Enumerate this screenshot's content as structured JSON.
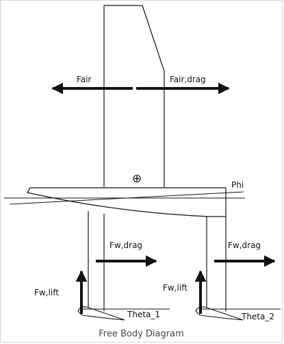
{
  "labels": {
    "fair": "Fair",
    "fair_drag": "Fair,drag",
    "phi": "Phi",
    "fw_drag_left": "Fw,drag",
    "fw_drag_right": "Fw,drag",
    "fw_lift_left": "Fw,lift",
    "fw_lift_right": "Fw,lift",
    "theta_1": "Theta_1",
    "theta_2": "Theta_2",
    "cg_symbol": "⊕"
  },
  "caption": "Free Body Diagram"
}
